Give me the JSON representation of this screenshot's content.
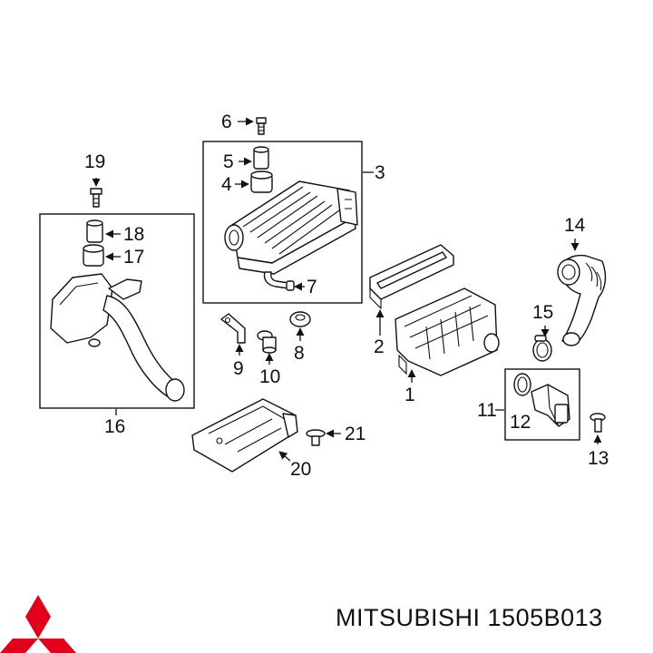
{
  "brand": {
    "name": "MITSUBISHI",
    "part_number": "1505B013",
    "logo_color": "#e3001b"
  },
  "callouts": {
    "c1": "1",
    "c2": "2",
    "c3": "3",
    "c4": "4",
    "c5": "5",
    "c6": "6",
    "c7": "7",
    "c8": "8",
    "c9": "9",
    "c10": "10",
    "c11": "11",
    "c12": "12",
    "c13": "13",
    "c14": "14",
    "c15": "15",
    "c16": "16",
    "c17": "17",
    "c18": "18",
    "c19": "19",
    "c20": "20",
    "c21": "21"
  }
}
